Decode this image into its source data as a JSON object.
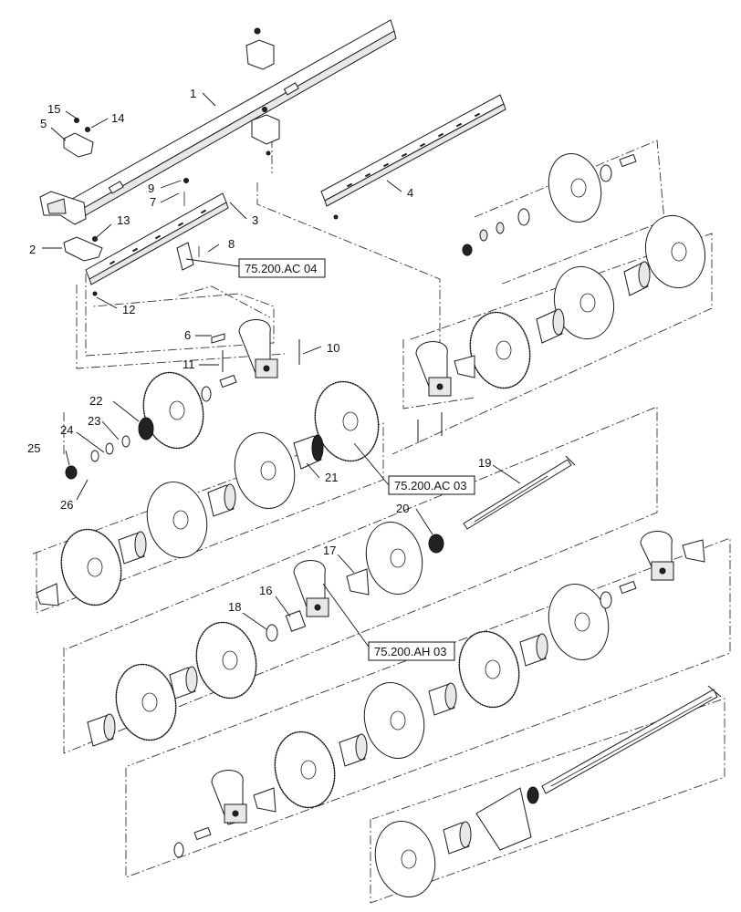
{
  "callouts": [
    {
      "id": "c1",
      "label": "1"
    },
    {
      "id": "c2",
      "label": "2"
    },
    {
      "id": "c3",
      "label": "3"
    },
    {
      "id": "c4",
      "label": "4"
    },
    {
      "id": "c5",
      "label": "5"
    },
    {
      "id": "c6",
      "label": "6"
    },
    {
      "id": "c7",
      "label": "7"
    },
    {
      "id": "c8",
      "label": "8"
    },
    {
      "id": "c9",
      "label": "9"
    },
    {
      "id": "c10",
      "label": "10"
    },
    {
      "id": "c11",
      "label": "11"
    },
    {
      "id": "c12",
      "label": "12"
    },
    {
      "id": "c13",
      "label": "13"
    },
    {
      "id": "c14",
      "label": "14"
    },
    {
      "id": "c15",
      "label": "15"
    },
    {
      "id": "c16",
      "label": "16"
    },
    {
      "id": "c17",
      "label": "17"
    },
    {
      "id": "c18",
      "label": "18"
    },
    {
      "id": "c19",
      "label": "19"
    },
    {
      "id": "c20",
      "label": "20"
    },
    {
      "id": "c21",
      "label": "21"
    },
    {
      "id": "c22",
      "label": "22"
    },
    {
      "id": "c23",
      "label": "23"
    },
    {
      "id": "c24",
      "label": "24"
    },
    {
      "id": "c25",
      "label": "25"
    },
    {
      "id": "c26",
      "label": "26"
    }
  ],
  "references": [
    {
      "id": "r1",
      "label": "75.200.AC 04"
    },
    {
      "id": "r2",
      "label": "75.200.AC 03"
    },
    {
      "id": "r3",
      "label": "75.200.AH 03"
    }
  ]
}
